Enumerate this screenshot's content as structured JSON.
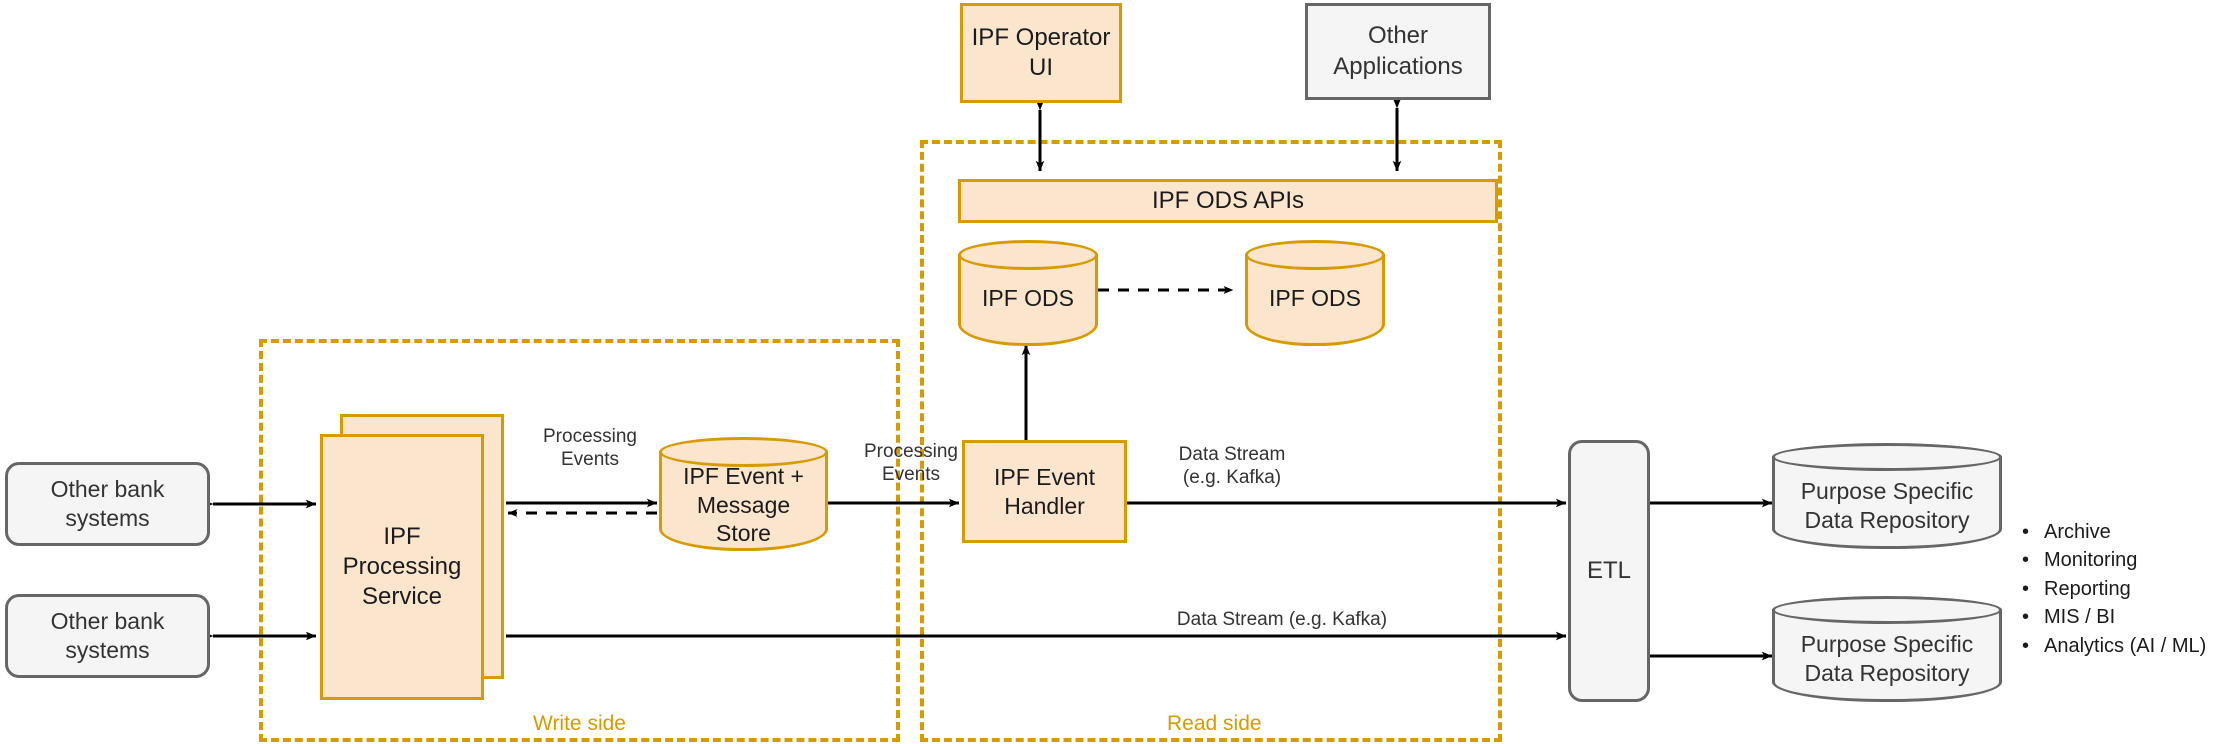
{
  "diagram": {
    "title": "IPF event-driven architecture",
    "colors": {
      "accent": "#d79b00",
      "accent_fill": "#fce5cd",
      "neutral_stroke": "#666666",
      "neutral_fill": "#f5f5f5",
      "line": "#000000",
      "text": "#1b1b1b"
    }
  },
  "zones": [
    {
      "id": "write",
      "label": "Write side"
    },
    {
      "id": "read",
      "label": "Read side"
    }
  ],
  "nodes": {
    "ipf_operator_ui": {
      "label": "IPF Operator\nUI",
      "kind": "box",
      "style": "orange"
    },
    "other_applications": {
      "label": "Other\nApplications",
      "kind": "box",
      "style": "grey"
    },
    "ipf_ods_apis": {
      "label": "IPF ODS APIs",
      "kind": "bar",
      "style": "orange"
    },
    "ipf_ods_primary": {
      "label": "IPF ODS",
      "kind": "cylinder",
      "style": "orange"
    },
    "ipf_ods_replica": {
      "label": "IPF ODS",
      "kind": "cylinder",
      "style": "orange"
    },
    "ipf_event_handler": {
      "label": "IPF Event\nHandler",
      "kind": "box",
      "style": "orange"
    },
    "other_bank_systems_top": {
      "label": "Other bank\nsystems",
      "kind": "box",
      "style": "grey"
    },
    "other_bank_systems_bottom": {
      "label": "Other bank\nsystems",
      "kind": "box",
      "style": "grey"
    },
    "ipf_processing_service": {
      "label": "IPF\nProcessing\nService",
      "kind": "stacked-box",
      "style": "orange"
    },
    "ipf_event_message_store": {
      "label": "IPF Event +\nMessage\nStore",
      "kind": "cylinder",
      "style": "orange"
    },
    "etl": {
      "label": "ETL",
      "kind": "box",
      "style": "grey"
    },
    "purpose_specific_repo_top": {
      "label": "Purpose Specific\nData Repository",
      "kind": "cylinder",
      "style": "grey"
    },
    "purpose_specific_repo_bottom": {
      "label": "Purpose Specific\nData Repository",
      "kind": "cylinder",
      "style": "grey"
    }
  },
  "edge_labels": {
    "processing_events_left": "Processing\nEvents",
    "processing_events_right": "Processing\nEvents",
    "data_stream_top": "Data Stream\n(e.g. Kafka)",
    "data_stream_bottom": "Data Stream (e.g. Kafka)"
  },
  "bullets": {
    "marker": "•",
    "items": [
      "Archive",
      "Monitoring",
      "Reporting",
      "MIS / BI",
      "Analytics (AI / ML)"
    ]
  }
}
